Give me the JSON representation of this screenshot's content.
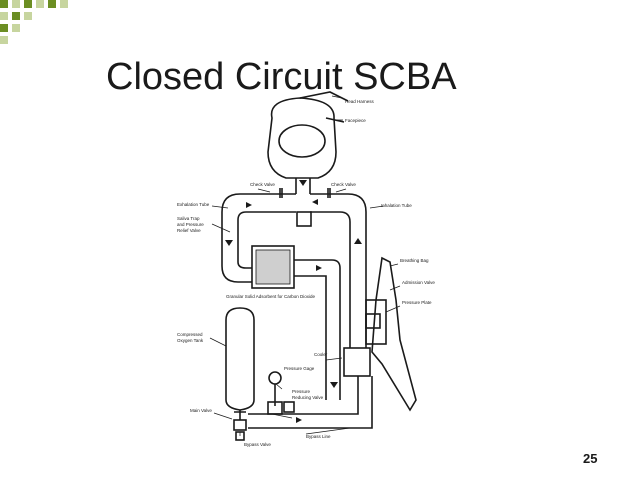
{
  "slide": {
    "title": "Closed Circuit SCBA",
    "page_number": "25"
  },
  "diagram": {
    "labels": {
      "head_harness": "Head Harness",
      "facepiece": "Facepiece",
      "check_valve_left": "Check Valve",
      "check_valve_right": "Check Valve",
      "exhalation_tube": "Exhalation Tube",
      "saliva_trap": "Saliva Trap",
      "saliva_trap_2": "and Pressure",
      "saliva_trap_3": "Relief Valve",
      "inhalation_tube": "Inhalation Tube",
      "breathing_bag": "Breathing Bag",
      "admission_valve": "Admission Valve",
      "pressure_plate": "Pressure Plate",
      "granular": "Granular Solid Adsorbent for Carbon Dioxide",
      "compressed_1": "Compressed",
      "compressed_2": "Oxygen Tank",
      "cooler": "Cooler",
      "pressure_gage": "Pressure Gage",
      "reducing_1": "Pressure",
      "reducing_2": "Reducing Valve",
      "main_valve": "Main Valve",
      "bypass_line": "Bypass Line",
      "bypass_valve": "Bypass Valve"
    }
  },
  "colors": {
    "accent": "#6b8e23",
    "accent_light": "#c7d59f",
    "line": "#1a1a1a"
  }
}
